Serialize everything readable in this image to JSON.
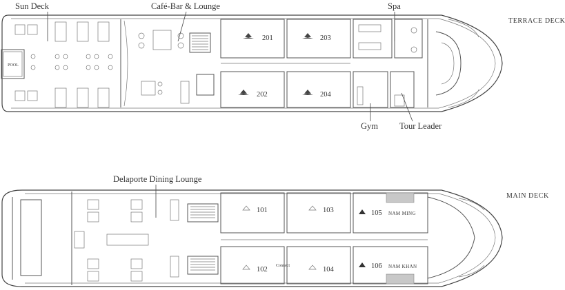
{
  "terrace": {
    "deck_label": "TERRACE DECK",
    "sun_deck": "Sun Deck",
    "cafe": "Café-Bar & Lounge",
    "spa": "Spa",
    "pool": "POOL",
    "gym": "Gym",
    "tour_leader": "Tour Leader",
    "cabins": [
      "201",
      "203",
      "202",
      "204"
    ]
  },
  "main": {
    "deck_label": "MAIN DECK",
    "dining": "Delaporte Dining Lounge",
    "cabins": [
      "101",
      "103",
      "102",
      "104",
      "105",
      "106"
    ],
    "connect": "Connect",
    "suite_105": "NAM MING",
    "suite_106": "NAM KHAN"
  }
}
